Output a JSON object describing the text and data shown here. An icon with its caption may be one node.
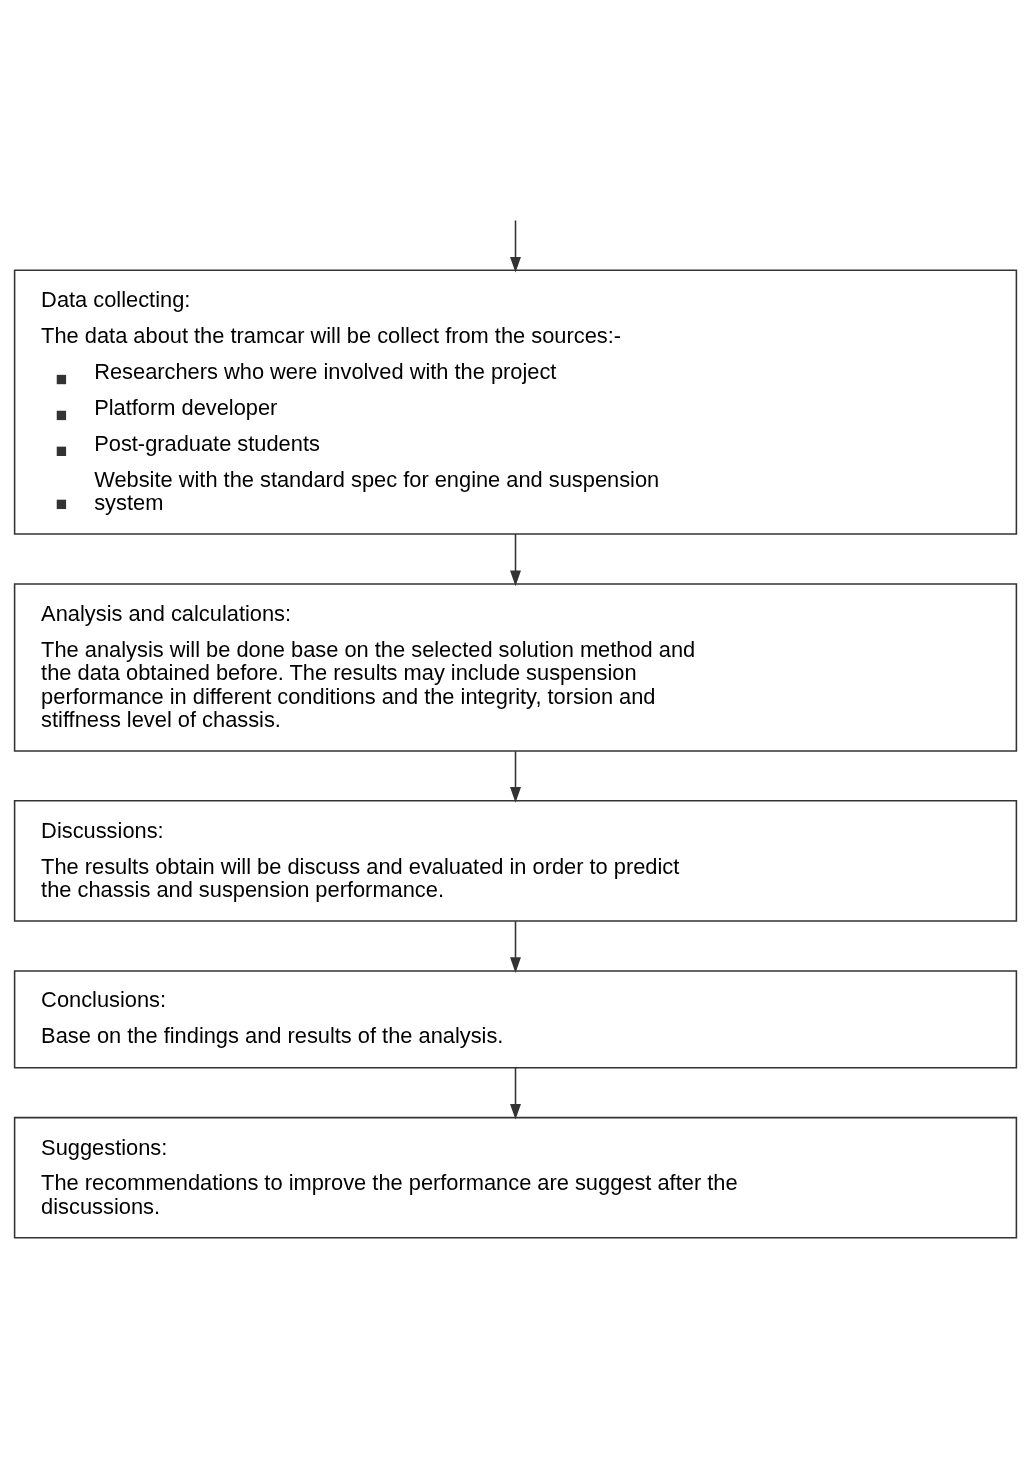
{
  "diagram": {
    "nodes": [
      {
        "text": [
          "Data collecting:",
          "The data about the tramcar will be collect from the sources:-",
          "Researchers who were involved with the project",
          "Platform developer",
          "Post-graduate students",
          "Website with the standard spec for engine and suspension system"
        ]
      },
      {
        "text": [
          "Analysis and calculations:",
          "The analysis will be done base on the selected solution method and the data obtained before. The results may include suspension performance in different conditions and the integrity, torsion and stiffness level of chassis."
        ]
      },
      {
        "text": [
          "Discussions:",
          "The results obtain will be discuss and evaluated in order to predict the chassis and suspension performance."
        ]
      },
      {
        "text": [
          "Conclusions:",
          "Base on the findings and results of the analysis."
        ]
      },
      {
        "text": [
          "Suggestions:",
          "The recommendations to improve the performance are suggest after the discussions."
        ]
      }
    ],
    "edges": [
      {
        "from": null,
        "to": 0,
        "arrow": "to"
      },
      {
        "from": 0,
        "to": 1,
        "arrow": "to"
      },
      {
        "from": 1,
        "to": 2,
        "arrow": "to"
      },
      {
        "from": 2,
        "to": 3,
        "arrow": "to"
      },
      {
        "from": 3,
        "to": 4,
        "arrow": "to"
      }
    ]
  }
}
